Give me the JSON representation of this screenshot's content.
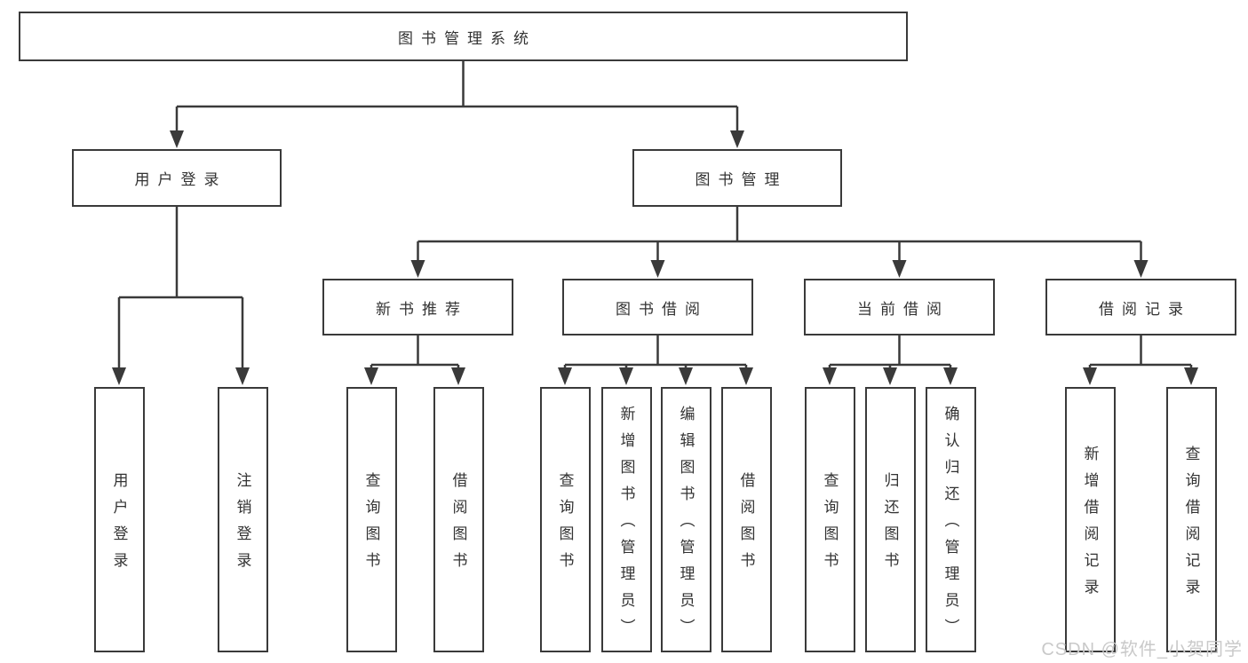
{
  "colors": {
    "line": "#3a3a3a",
    "box_border": "#3a3a3a",
    "text": "#333333",
    "background": "#ffffff",
    "watermark_text": "#c9c9c9"
  },
  "watermark": "CSDN @软件_小贺同学",
  "tree": {
    "label": "图书管理系统",
    "children": [
      {
        "label": "用户登录",
        "children": [
          {
            "label": "用户登录"
          },
          {
            "label": "注销登录"
          }
        ]
      },
      {
        "label": "图书管理",
        "children": [
          {
            "label": "新书推荐",
            "children": [
              {
                "label": "查询图书"
              },
              {
                "label": "借阅图书"
              }
            ]
          },
          {
            "label": "图书借阅",
            "children": [
              {
                "label": "查询图书"
              },
              {
                "label": "新增图书（管理员）"
              },
              {
                "label": "编辑图书（管理员）"
              },
              {
                "label": "借阅图书"
              }
            ]
          },
          {
            "label": "当前借阅",
            "children": [
              {
                "label": "查询图书"
              },
              {
                "label": "归还图书"
              },
              {
                "label": "确认归还（管理员）"
              }
            ]
          },
          {
            "label": "借阅记录",
            "children": [
              {
                "label": "新增借阅记录"
              },
              {
                "label": "查询借阅记录"
              }
            ]
          }
        ]
      }
    ]
  }
}
